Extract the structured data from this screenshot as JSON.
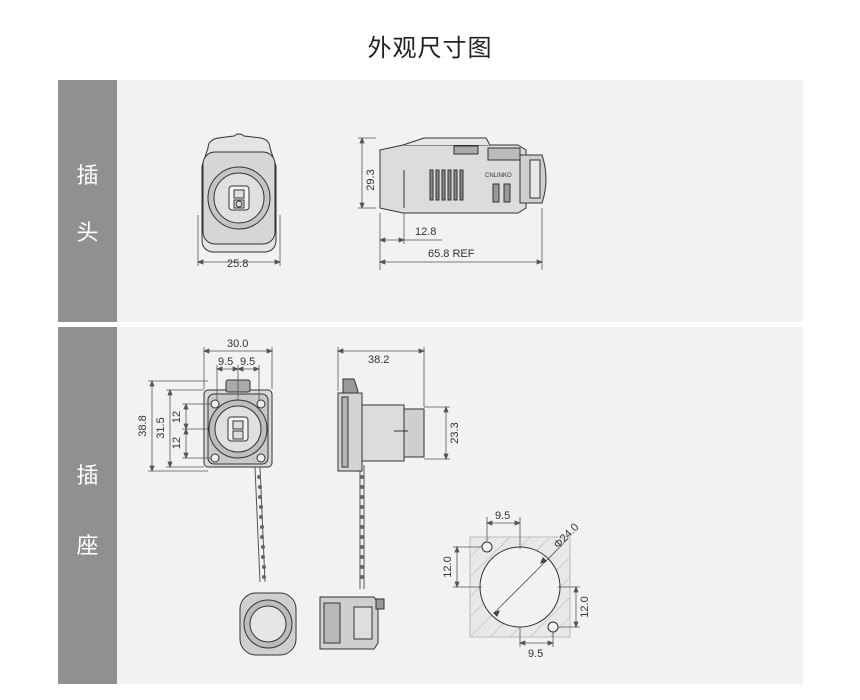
{
  "title": "外观尺寸图",
  "plug": {
    "label_1": "插",
    "label_2": "头",
    "dims": {
      "height": "29.3",
      "front_width": "25.8",
      "nose": "12.8",
      "length": "65.8 REF"
    },
    "brand_mark": "CNLINKO"
  },
  "socket": {
    "label_1": "插",
    "label_2": "座",
    "dims": {
      "width": "30.0",
      "half_left": "9.5",
      "half_right": "9.5",
      "outer_height": "38.8",
      "flange_height": "31.5",
      "hole_upper": "12",
      "hole_lower": "12",
      "depth": "38.2",
      "body_height": "23.3",
      "cutout_top": "9.5",
      "cutout_left": "12.0",
      "cutout_diameter": "Φ24.0",
      "cutout_right": "12.0",
      "cutout_bottom": "9.5"
    }
  }
}
